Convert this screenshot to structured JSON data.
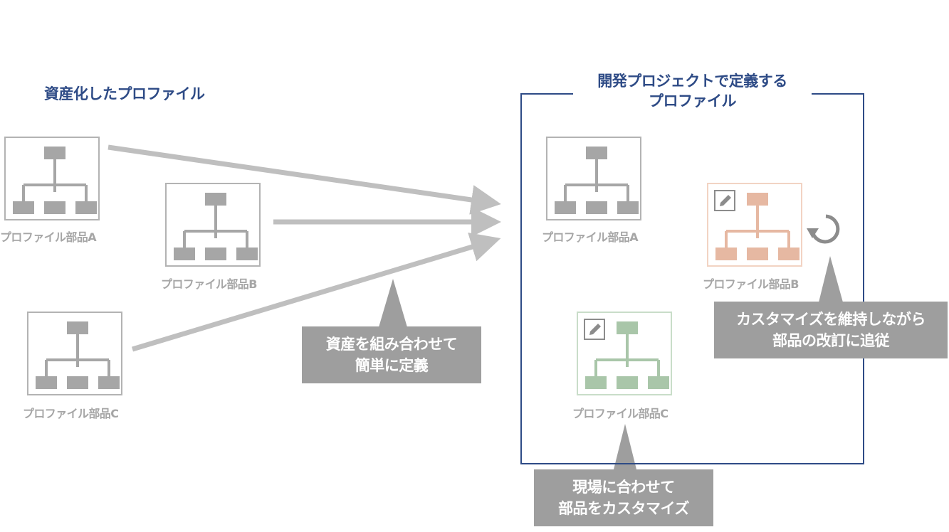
{
  "assets_heading": "資産化したプロファイル",
  "project_heading": {
    "line1": "開発プロジェクトで定義する",
    "line2": "プロファイル"
  },
  "parts": {
    "asset_a": "プロファイル部品A",
    "asset_b": "プロファイル部品B",
    "asset_c": "プロファイル部品C",
    "project_a": "プロファイル部品A",
    "project_b": "プロファイル部品B",
    "project_c": "プロファイル部品C"
  },
  "callouts": {
    "combine": {
      "line1": "資産を組み合わせて",
      "line2": "簡単に定義"
    },
    "maintain": {
      "line1": "カスタマイズを維持しながら",
      "line2": "部品の改訂に追従"
    },
    "customize": {
      "line1": "現場に合わせて",
      "line2": "部品をカスタマイズ"
    }
  },
  "colors": {
    "heading_blue": "#2e4b86",
    "arrow_gray": "#bfbfbf",
    "icon_gray": "#a6a6a6",
    "callout_gray": "#9e9e9e",
    "customized_orange": "#e6b8a2",
    "customized_green": "#a9c6a9"
  },
  "icons": {
    "hierarchy": "org-chart-icon",
    "edit": "pencil-icon",
    "sync": "refresh-icon"
  }
}
